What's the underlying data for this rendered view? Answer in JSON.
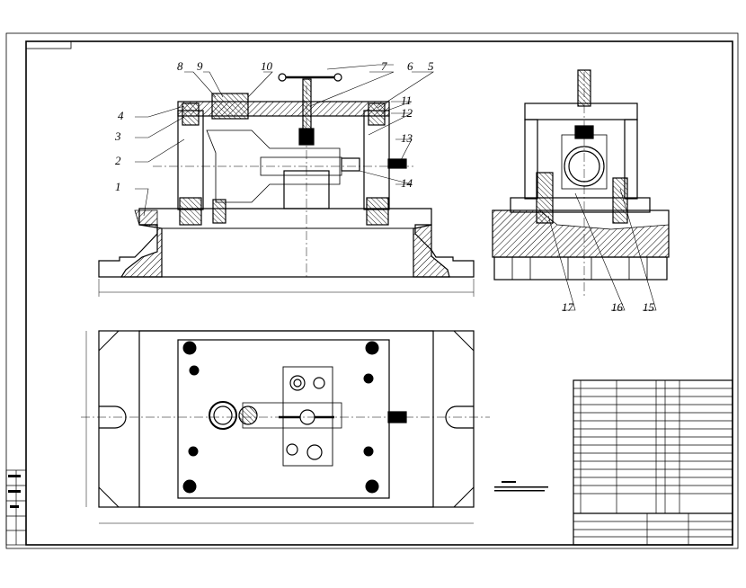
{
  "callouts": {
    "c1": "1",
    "c2": "2",
    "c3": "3",
    "c4": "4",
    "c5": "5",
    "c6": "6",
    "c7": "7",
    "c8": "8",
    "c9": "9",
    "c10": "10",
    "c11": "11",
    "c12": "12",
    "c13": "13",
    "c14": "14",
    "c15": "15",
    "c16": "16",
    "c17": "17"
  },
  "colors": {
    "ink": "#000000",
    "hatch": "#000000",
    "paper": "#ffffff",
    "center_line": "#000000"
  }
}
